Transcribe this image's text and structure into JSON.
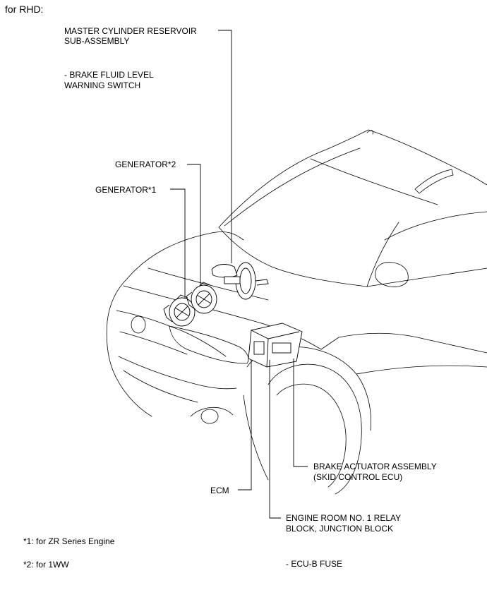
{
  "heading": "for RHD:",
  "labels": {
    "master_cylinder_line1": "MASTER CYLINDER RESERVOIR",
    "master_cylinder_line2": "SUB-ASSEMBLY",
    "brake_fluid_line1": "- BRAKE FLUID LEVEL",
    "brake_fluid_line2": "WARNING SWITCH",
    "generator_2": "GENERATOR*2",
    "generator_1": "GENERATOR*1",
    "brake_actuator_line1": "BRAKE ACTUATOR ASSEMBLY",
    "brake_actuator_line2": "(SKID CONTROL ECU)",
    "ecm": "ECM",
    "engine_room_line1": "ENGINE ROOM NO. 1 RELAY",
    "engine_room_line2": "BLOCK, JUNCTION BLOCK",
    "ecu_b_fuse": "- ECU-B FUSE"
  },
  "footnotes": {
    "note1": "*1: for ZR Series Engine",
    "note2": "*2: for 1WW"
  }
}
